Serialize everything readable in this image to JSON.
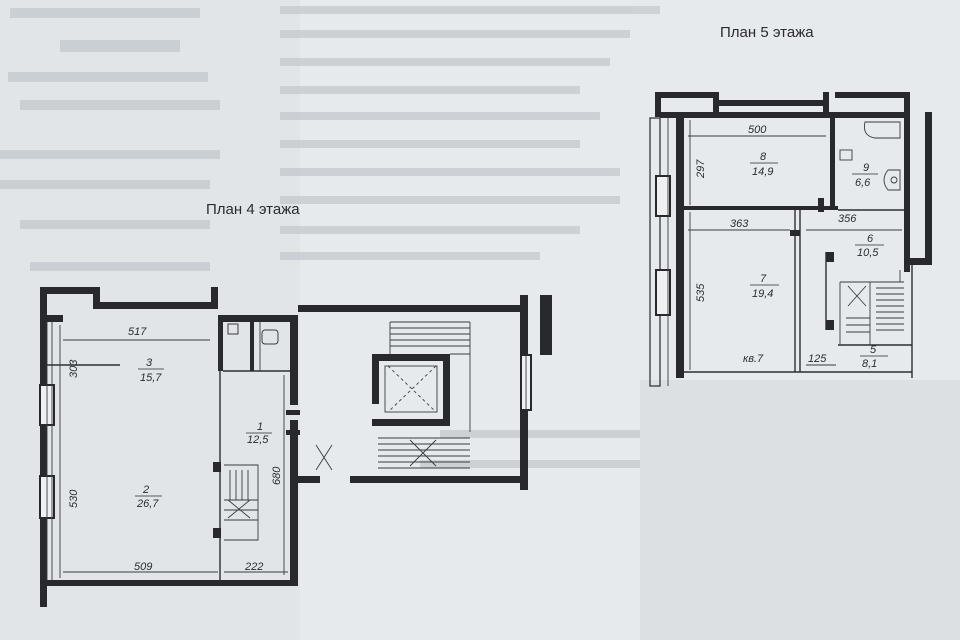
{
  "floor4": {
    "title": "План  4  этажа",
    "dims": {
      "top": "517",
      "left_upper": "303",
      "left_lower": "530",
      "right": "680",
      "bottom_left": "509",
      "bottom_right": "222"
    },
    "rooms": [
      {
        "number": "3",
        "area": "15,7"
      },
      {
        "number": "1",
        "area": "12,5"
      },
      {
        "number": "2",
        "area": "26,7"
      }
    ]
  },
  "floor5": {
    "title": "План  5  этажа",
    "dims": {
      "top": "500",
      "left_upper": "297",
      "left_lower": "535",
      "mid_left": "363",
      "mid_right": "356",
      "bottom_mid": "125"
    },
    "rooms": [
      {
        "number": "8",
        "area": "14,9"
      },
      {
        "number": "9",
        "area": "6,6"
      },
      {
        "number": "6",
        "area": "10,5"
      },
      {
        "number": "7",
        "area": "19,4"
      },
      {
        "number": "5",
        "area": "8,1"
      }
    ],
    "apartment": "кв.7"
  }
}
